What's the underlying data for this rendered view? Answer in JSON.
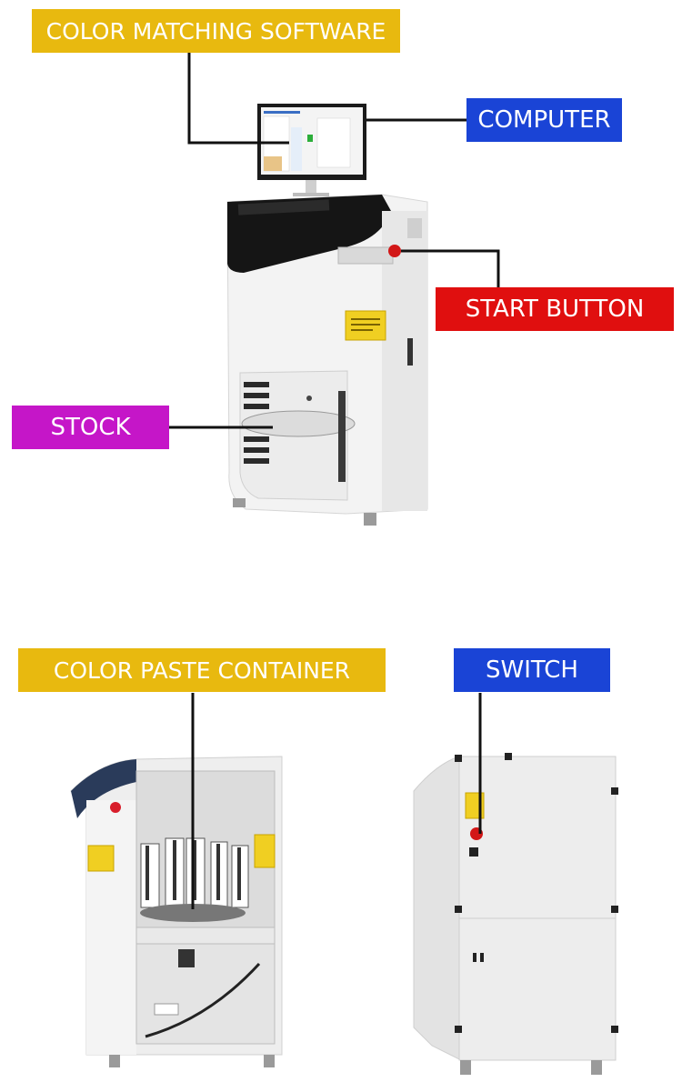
{
  "labels": {
    "color_matching_software": "COLOR MATCHING SOFTWARE",
    "computer": "COMPUTER",
    "start_button": "START BUTTON",
    "stock": "STOCK",
    "color_paste_container": "COLOR PASTE CONTAINER",
    "switch": "SWITCH"
  },
  "colors": {
    "yellow": "#e8b90f",
    "blue": "#1a44d6",
    "red": "#e00f0f",
    "magenta": "#c516c8"
  }
}
